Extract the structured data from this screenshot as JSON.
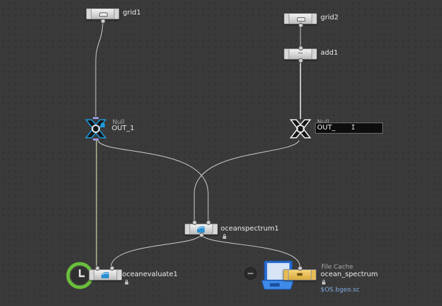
{
  "network": {
    "nodes": {
      "grid1": {
        "label": "grid1"
      },
      "grid2": {
        "label": "grid2"
      },
      "add1": {
        "label": "add1"
      },
      "out1": {
        "type_label": "Null",
        "label": "OUT_1"
      },
      "out2": {
        "type_label": "Null",
        "rename_value": "OUT_"
      },
      "oceanspectrum1": {
        "label": "oceanspectrum1"
      },
      "oceanevaluate1": {
        "label": "oceanevaluate1"
      },
      "ocean_spectrum": {
        "type_label": "File Cache",
        "label": "ocean_spectrum",
        "file_path": "$OS.bgeo.sc"
      }
    },
    "cursor_glyph": "I",
    "colors": {
      "wire": "#cfcfcf",
      "wire_selected": "#d8d8b0",
      "null_x": "#141414",
      "null_selected": "#1f9be0",
      "timer_ring": "#6abf3a",
      "cache_tile": "#e6bb55",
      "disk_blue": "#2a6fd6"
    }
  }
}
